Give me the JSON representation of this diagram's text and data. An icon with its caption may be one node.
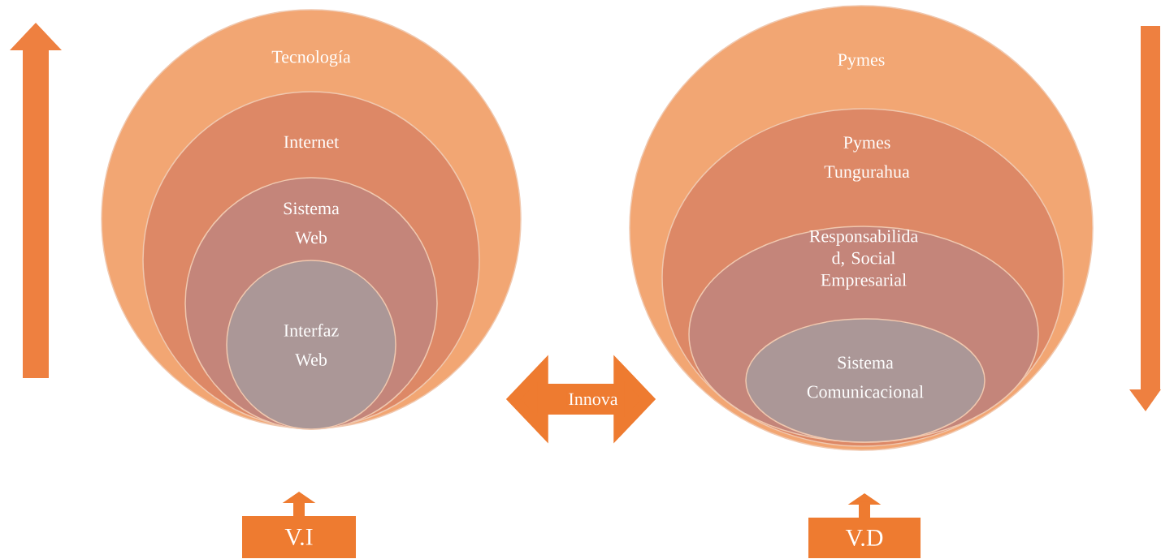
{
  "diagram": {
    "nodes": [
      {
        "text": [
          "Tecnología"
        ]
      },
      {
        "text": [
          "Internet"
        ],
        "in": 0
      },
      {
        "text": [
          "Sistema Web"
        ],
        "in": 1
      },
      {
        "text": [
          "Interfaz Web"
        ],
        "in": 2
      },
      {
        "text": [
          "Pymes"
        ]
      },
      {
        "text": [
          "Pymes Tungurahua"
        ],
        "in": 4
      },
      {
        "text": [
          "Responsabilida d, Social Empresarial"
        ],
        "in": 5
      },
      {
        "text": [
          "Sistema Comunicacional"
        ],
        "in": 6
      },
      {
        "text": [
          "V.I"
        ]
      },
      {
        "text": [
          "V.D"
        ]
      }
    ],
    "edges": [
      {
        "from": 0,
        "to": 4,
        "arrow": "both",
        "label": "Innova",
        "style": "thick"
      },
      {
        "from": 8,
        "to": null,
        "arrow": "to"
      },
      {
        "from": 9,
        "to": null,
        "arrow": "to"
      }
    ]
  }
}
